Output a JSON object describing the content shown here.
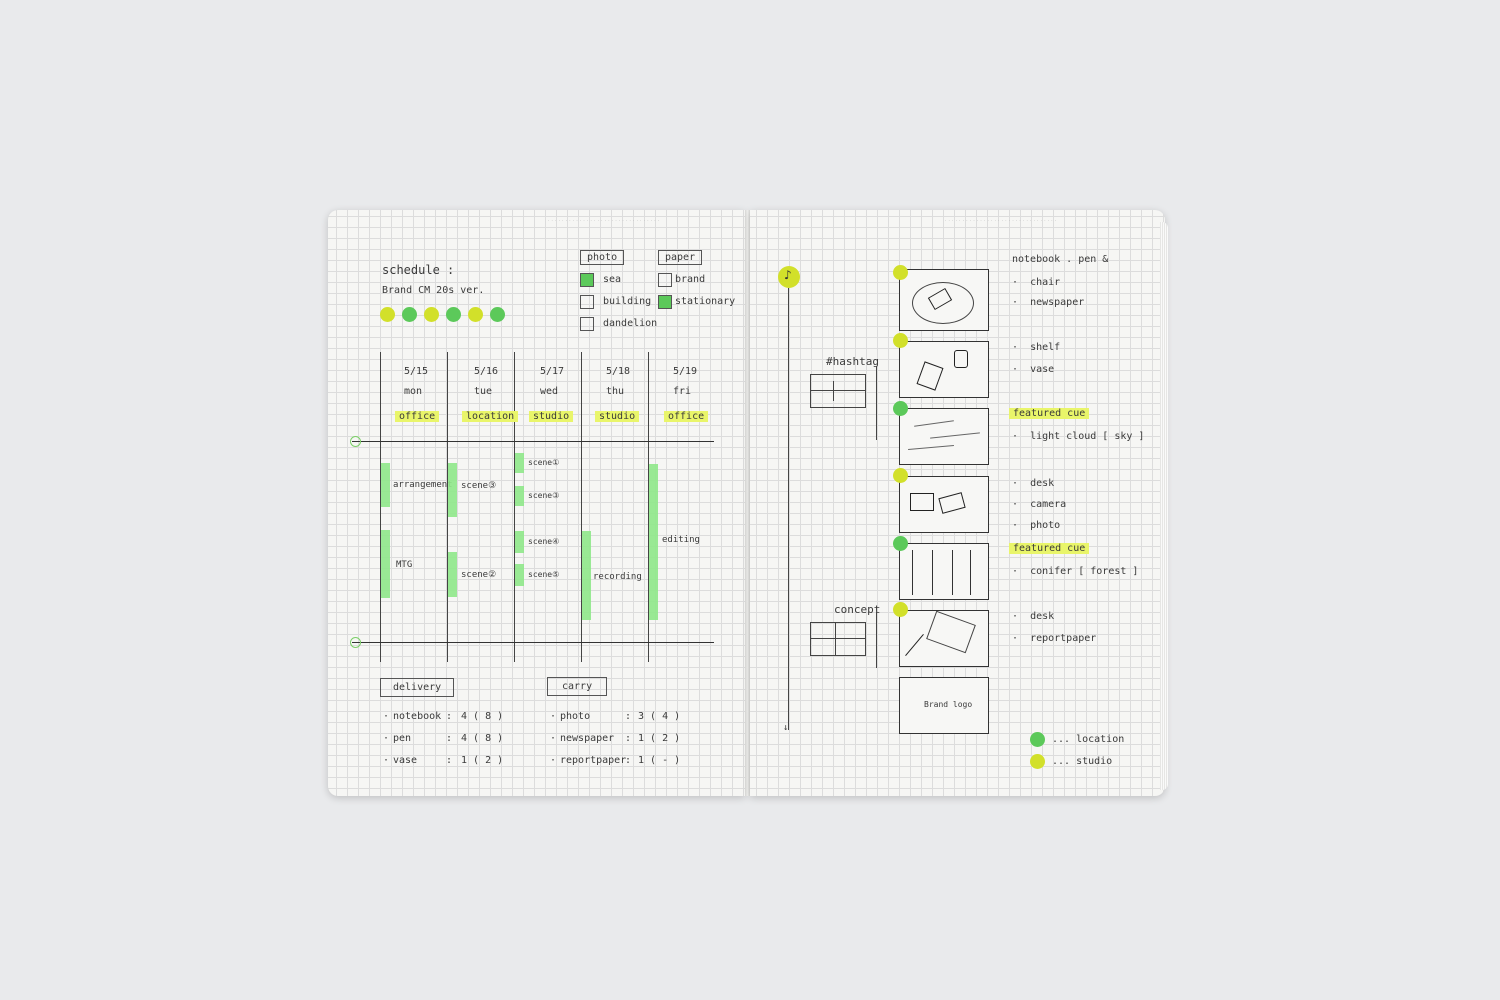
{
  "colors": {
    "background": "#e9eaec",
    "page": "#f6f6f4",
    "highlighter": "#e9f56a",
    "green_dot": "#5cc95a",
    "lime_dot": "#d2e02a",
    "bar": "#8fe88a"
  },
  "left": {
    "title": "schedule :",
    "subtitle": "Brand CM 20s ver.",
    "tags": {
      "photo": "photo",
      "paper": "paper"
    },
    "photo_items": [
      "sea",
      "building",
      "dandelion"
    ],
    "paper_items": [
      "brand",
      "stationary"
    ],
    "days": [
      {
        "date": "5/15",
        "day": "mon",
        "place": "office"
      },
      {
        "date": "5/16",
        "day": "tue",
        "place": "location"
      },
      {
        "date": "5/17",
        "day": "wed",
        "place": "studio"
      },
      {
        "date": "5/18",
        "day": "thu",
        "place": "studio"
      },
      {
        "date": "5/19",
        "day": "fri",
        "place": "office"
      }
    ],
    "tasks": {
      "arrangement": "arrangement",
      "mtg": "MTG",
      "scene1": "scene③",
      "scene2": "scene②",
      "wed1": "scene①",
      "wed2": "scene③",
      "wed3": "scene④",
      "wed4": "scene⑤",
      "recording": "recording",
      "editing": "editing"
    },
    "delivery": {
      "label": "delivery",
      "items": [
        {
          "name": "notebook",
          "qty": "4 ( 8 )"
        },
        {
          "name": "pen",
          "qty": "4 ( 8 )"
        },
        {
          "name": "vase",
          "qty": "1 ( 2 )"
        }
      ]
    },
    "carry": {
      "label": "carry",
      "items": [
        {
          "name": "photo",
          "qty": "3 ( 4 )"
        },
        {
          "name": "newspaper",
          "qty": "1 ( 2 )"
        },
        {
          "name": "reportpaper",
          "qty": "1 ( - )"
        }
      ]
    }
  },
  "right": {
    "music_icon": "♪",
    "hashtag": "#hashtag",
    "concept": "concept",
    "brand_logo": "Brand logo",
    "notes": [
      [
        "notebook . pen &",
        "chair",
        "newspaper"
      ],
      [
        "shelf",
        "vase"
      ],
      [
        "featured cue",
        "light cloud [ sky ]"
      ],
      [
        "desk",
        "camera",
        "photo"
      ],
      [
        "featured cue",
        "conifer [ forest ]"
      ],
      [
        "desk",
        "reportpaper"
      ]
    ],
    "legend": [
      {
        "color": "green",
        "label": "... location"
      },
      {
        "color": "lime",
        "label": "... studio"
      }
    ]
  }
}
